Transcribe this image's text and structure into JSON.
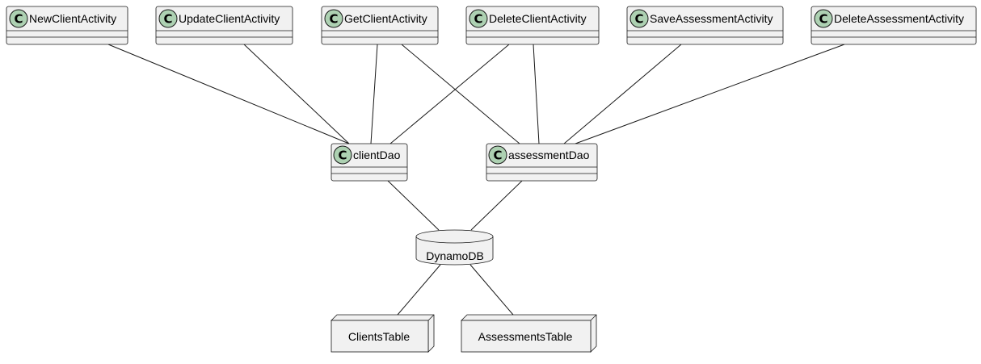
{
  "diagram": {
    "classes": {
      "new_client_activity": {
        "stereotype": "C",
        "name": "NewClientActivity"
      },
      "update_client_activity": {
        "stereotype": "C",
        "name": "UpdateClientActivity"
      },
      "get_client_activity": {
        "stereotype": "C",
        "name": "GetClientActivity"
      },
      "delete_client_activity": {
        "stereotype": "C",
        "name": "DeleteClientActivity"
      },
      "save_assessment_activity": {
        "stereotype": "C",
        "name": "SaveAssessmentActivity"
      },
      "delete_assessment_activity": {
        "stereotype": "C",
        "name": "DeleteAssessmentActivity"
      },
      "client_dao": {
        "stereotype": "C",
        "name": "clientDao"
      },
      "assessment_dao": {
        "stereotype": "C",
        "name": "assessmentDao"
      }
    },
    "database": {
      "name": "DynamoDB"
    },
    "nodes": {
      "clients_table": {
        "name": "ClientsTable"
      },
      "assessments_table": {
        "name": "AssessmentsTable"
      }
    },
    "connections": [
      [
        "NewClientActivity",
        "clientDao"
      ],
      [
        "UpdateClientActivity",
        "clientDao"
      ],
      [
        "GetClientActivity",
        "clientDao"
      ],
      [
        "GetClientActivity",
        "assessmentDao"
      ],
      [
        "DeleteClientActivity",
        "clientDao"
      ],
      [
        "DeleteClientActivity",
        "assessmentDao"
      ],
      [
        "SaveAssessmentActivity",
        "assessmentDao"
      ],
      [
        "DeleteAssessmentActivity",
        "assessmentDao"
      ],
      [
        "clientDao",
        "DynamoDB"
      ],
      [
        "assessmentDao",
        "DynamoDB"
      ],
      [
        "DynamoDB",
        "ClientsTable"
      ],
      [
        "DynamoDB",
        "AssessmentsTable"
      ]
    ]
  }
}
